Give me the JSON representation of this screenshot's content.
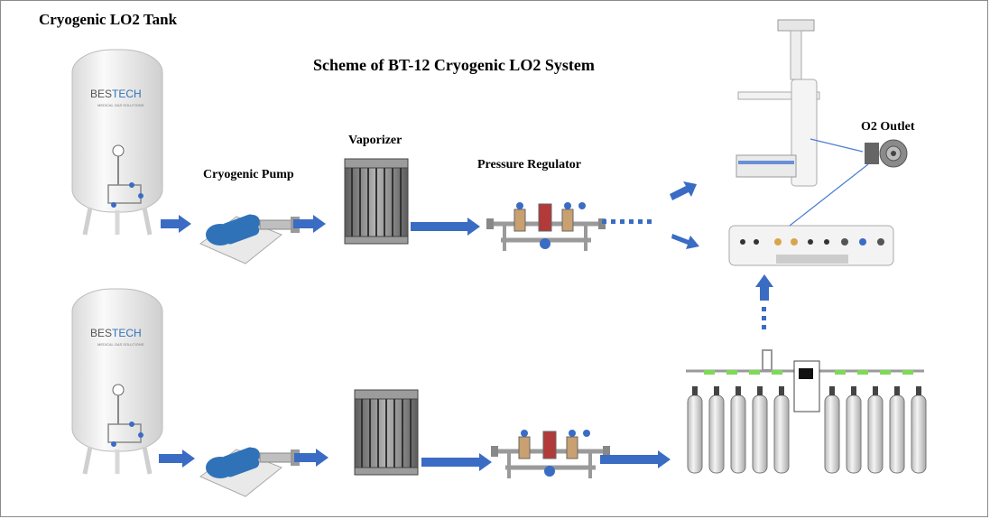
{
  "titles": {
    "tank": "Cryogenic LO2 Tank",
    "scheme": "Scheme of BT-12 Cryogenic LO2 System"
  },
  "labels": {
    "pump": "Cryogenic Pump",
    "vaporizer": "Vaporizer",
    "regulator": "Pressure Regulator",
    "outlet": "O2 Outlet"
  },
  "tank_logo": {
    "text_left": "BES",
    "text_right": "TECH",
    "subtitle": "MEDICAL GAS SOLUTIONS"
  },
  "colors": {
    "arrow": "#3a6cc4",
    "tank": "#f2f2f2",
    "pump": "#2f72b8",
    "vaporizer": "#7a7a7a",
    "cylinder": "#d8d8d8",
    "manifold_joint": "#7ed957",
    "outlet_line": "#4a7fcf"
  }
}
